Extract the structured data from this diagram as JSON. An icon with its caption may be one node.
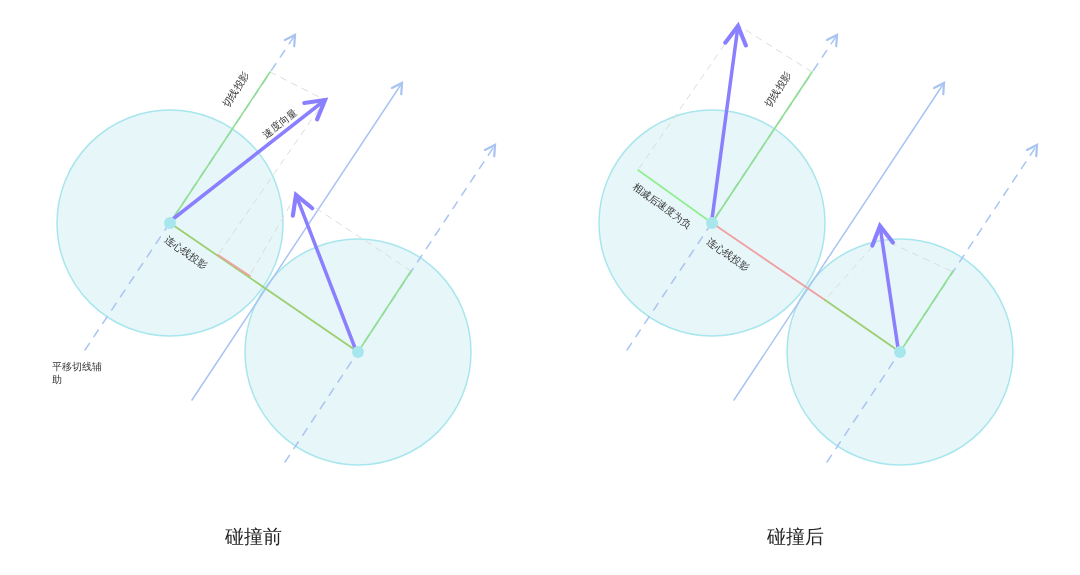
{
  "diagram": {
    "labels": [
      "切线投影",
      "速度向量",
      "连心线投影",
      "平移切线辅助",
      "碰撞前",
      "切线投影",
      "相减后速度为负",
      "连心线投影",
      "碰撞后"
    ]
  }
}
